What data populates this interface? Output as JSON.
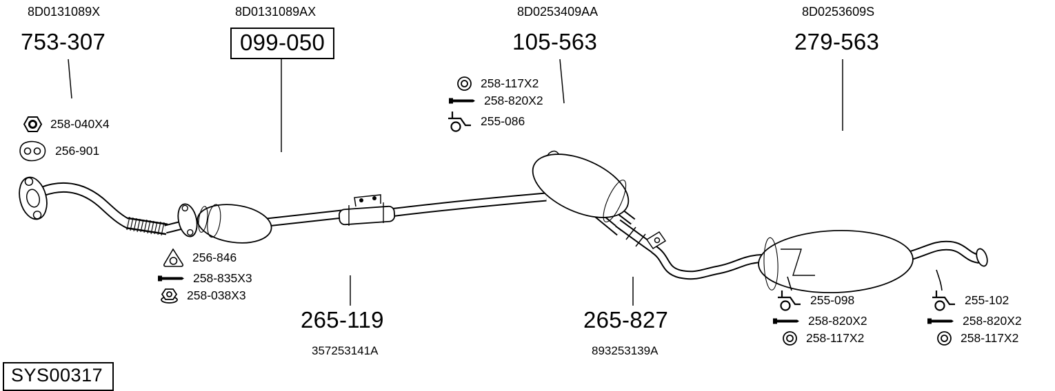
{
  "columns": [
    {
      "oem": "8D0131089X",
      "part": "753-307",
      "boxed": false
    },
    {
      "oem": "8D0131089AX",
      "part": "099-050",
      "boxed": true
    },
    {
      "oem": "8D0253409AA",
      "part": "105-563",
      "boxed": false
    },
    {
      "oem": "8D0253609S",
      "part": "279-563",
      "boxed": false
    }
  ],
  "front_flange_callouts": [
    {
      "icon": "hex-nut-icon",
      "label": "258-040X4"
    },
    {
      "icon": "gasket-icon",
      "label": "256-901"
    }
  ],
  "catalyst_callouts": [
    {
      "icon": "triangle-gasket-icon",
      "label": "256-846"
    },
    {
      "icon": "bolt-icon",
      "label": "258-835X3"
    },
    {
      "icon": "flange-nut-icon",
      "label": "258-038X3"
    }
  ],
  "center_callouts": [
    {
      "icon": "ring-icon",
      "label": "258-117X2"
    },
    {
      "icon": "bolt-icon",
      "label": "258-820X2"
    },
    {
      "icon": "hanger-icon",
      "label": "255-086"
    }
  ],
  "clamp_front": {
    "part": "265-119",
    "ref": "357253141A"
  },
  "clamp_rear": {
    "part": "265-827",
    "ref": "893253139A"
  },
  "rear_left_callouts": [
    {
      "icon": "hanger-icon",
      "label": "255-098"
    },
    {
      "icon": "bolt-icon",
      "label": "258-820X2"
    },
    {
      "icon": "ring-icon",
      "label": "258-117X2"
    }
  ],
  "rear_right_callouts": [
    {
      "icon": "hanger-icon",
      "label": "255-102"
    },
    {
      "icon": "bolt-icon",
      "label": "258-820X2"
    },
    {
      "icon": "ring-icon",
      "label": "258-117X2"
    }
  ],
  "system_id": "SYS00317",
  "colors": {
    "ink": "#000000",
    "background": "#ffffff"
  }
}
